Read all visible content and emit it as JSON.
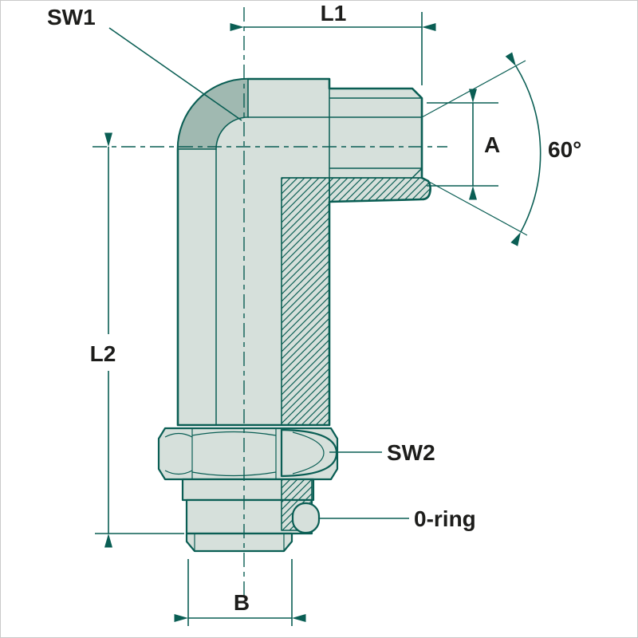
{
  "diagram": {
    "description_labels": "dimension callouts of a 90-degree hydraulic elbow fitting drawing",
    "labels": {
      "sw1": "SW1",
      "l1": "L1",
      "a": "A",
      "angle": "60°",
      "l2": "L2",
      "sw2": "SW2",
      "oring": "0-ring",
      "b": "B"
    },
    "colors": {
      "line": "#0a5e54",
      "body_light": "#d6e0db",
      "body_dark": "#a0b9b1",
      "text": "#1d1d1b",
      "bg": "#ffffff",
      "frame": "#c9c9c9"
    }
  }
}
